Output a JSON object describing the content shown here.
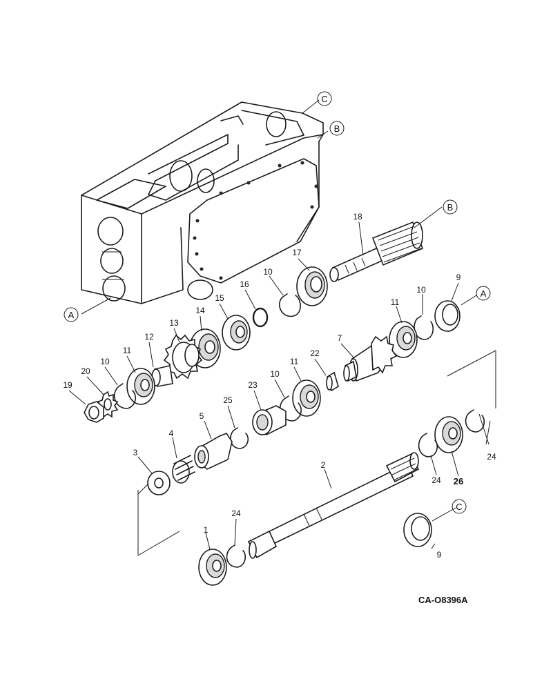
{
  "diagram": {
    "drawing_code": "CA-O8396A",
    "references": {
      "a_left": "A",
      "a_right": "A",
      "b_top": "B",
      "b_shaft": "B",
      "c_top": "C",
      "c_cup": "C"
    },
    "callouts": {
      "n1": "1",
      "n2": "2",
      "n3": "3",
      "n4": "4",
      "n5": "5",
      "n7": "7",
      "n9a": "9",
      "n9b": "9",
      "n10a": "10",
      "n10b": "10",
      "n10c": "10",
      "n10d": "10",
      "n11a": "11",
      "n11b": "11",
      "n11c": "11",
      "n12": "12",
      "n13": "13",
      "n14": "14",
      "n15": "15",
      "n16": "16",
      "n17": "17",
      "n18": "18",
      "n19": "19",
      "n20": "20",
      "n22": "22",
      "n23": "23",
      "n24a": "24",
      "n24b": "24",
      "n24c": "24",
      "n25": "25",
      "n26": "26"
    }
  }
}
